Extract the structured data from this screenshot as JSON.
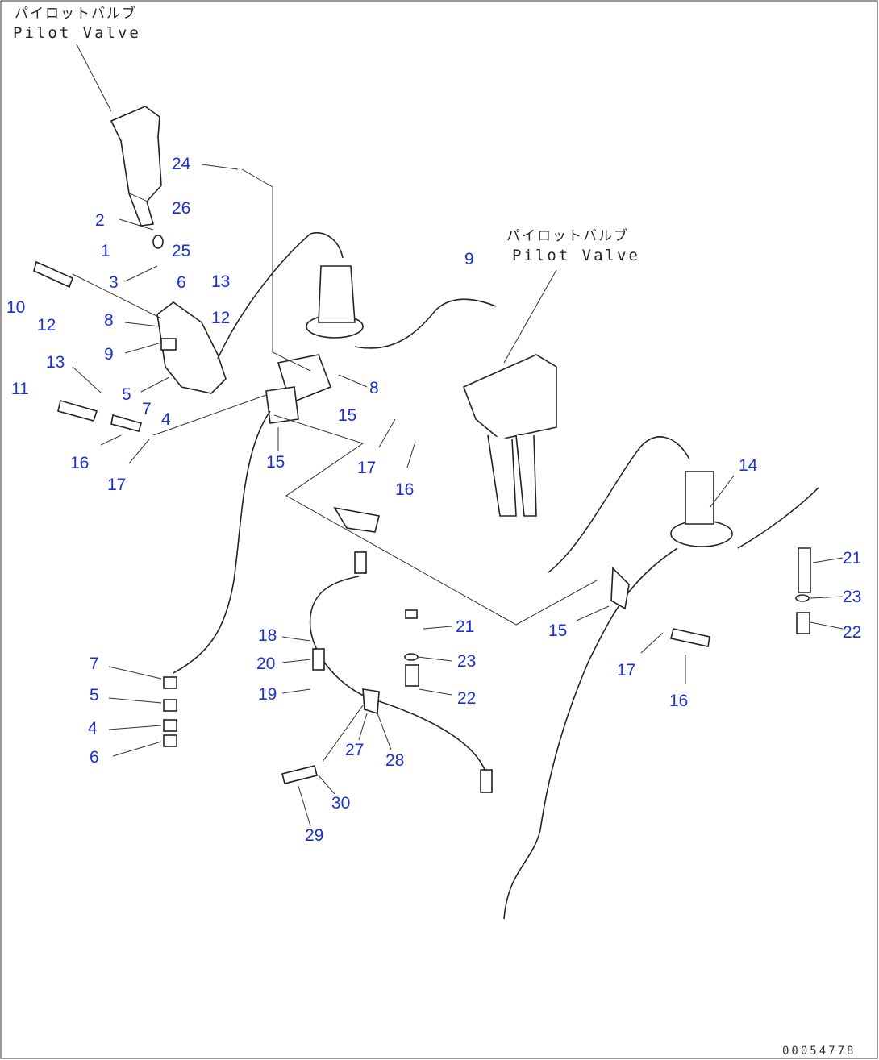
{
  "labels": {
    "pilot_valve_top_jp": "パイロットバルブ",
    "pilot_valve_top_en": "Pilot Valve",
    "pilot_valve_right_jp": "パイロットバルブ",
    "pilot_valve_right_en": "Pilot Valve",
    "doc_number": "00054778"
  },
  "callouts": [
    {
      "id": "c24",
      "text": "24"
    },
    {
      "id": "c26",
      "text": "26"
    },
    {
      "id": "c2",
      "text": "2"
    },
    {
      "id": "c1",
      "text": "1"
    },
    {
      "id": "c25",
      "text": "25"
    },
    {
      "id": "c3",
      "text": "3"
    },
    {
      "id": "c6a",
      "text": "6"
    },
    {
      "id": "c13a",
      "text": "13"
    },
    {
      "id": "c10",
      "text": "10"
    },
    {
      "id": "c12a",
      "text": "12"
    },
    {
      "id": "c8a",
      "text": "8"
    },
    {
      "id": "c12b",
      "text": "12"
    },
    {
      "id": "c9a",
      "text": "9"
    },
    {
      "id": "c13b",
      "text": "13"
    },
    {
      "id": "c11",
      "text": "11"
    },
    {
      "id": "c5a",
      "text": "5"
    },
    {
      "id": "c7a",
      "text": "7"
    },
    {
      "id": "c4a",
      "text": "4"
    },
    {
      "id": "c16a",
      "text": "16"
    },
    {
      "id": "c17a",
      "text": "17"
    },
    {
      "id": "c15a",
      "text": "15"
    },
    {
      "id": "c15b",
      "text": "15"
    },
    {
      "id": "c8b",
      "text": "8"
    },
    {
      "id": "c17b",
      "text": "17"
    },
    {
      "id": "c16b",
      "text": "16"
    },
    {
      "id": "c9b",
      "text": "9"
    },
    {
      "id": "c14",
      "text": "14"
    },
    {
      "id": "c21a",
      "text": "21"
    },
    {
      "id": "c23a",
      "text": "23"
    },
    {
      "id": "c22a",
      "text": "22"
    },
    {
      "id": "c15c",
      "text": "15"
    },
    {
      "id": "c17c",
      "text": "17"
    },
    {
      "id": "c16c",
      "text": "16"
    },
    {
      "id": "c18",
      "text": "18"
    },
    {
      "id": "c20",
      "text": "20"
    },
    {
      "id": "c19",
      "text": "19"
    },
    {
      "id": "c21b",
      "text": "21"
    },
    {
      "id": "c23b",
      "text": "23"
    },
    {
      "id": "c22b",
      "text": "22"
    },
    {
      "id": "c27",
      "text": "27"
    },
    {
      "id": "c28",
      "text": "28"
    },
    {
      "id": "c30",
      "text": "30"
    },
    {
      "id": "c29",
      "text": "29"
    },
    {
      "id": "c7b",
      "text": "7"
    },
    {
      "id": "c5b",
      "text": "5"
    },
    {
      "id": "c4b",
      "text": "4"
    },
    {
      "id": "c6b",
      "text": "6"
    }
  ]
}
